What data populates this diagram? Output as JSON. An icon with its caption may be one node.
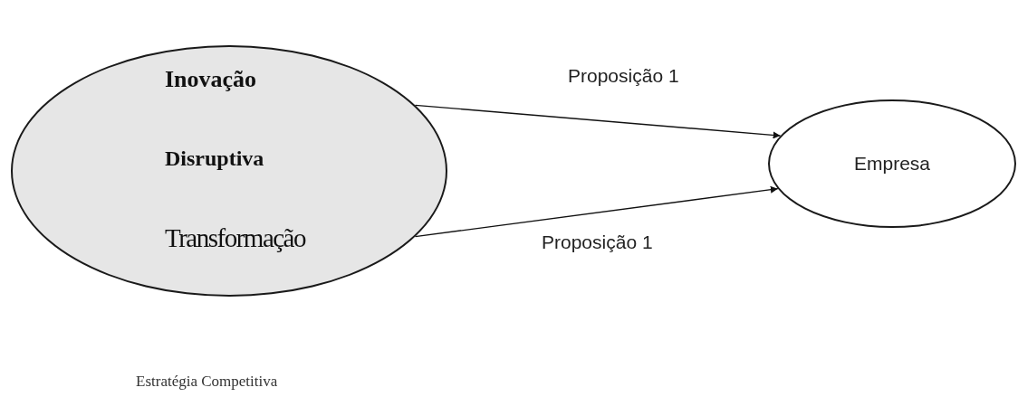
{
  "diagram": {
    "nodes": [
      {
        "text": [
          "Inovação",
          "Disruptiva",
          "Transformação"
        ]
      },
      {
        "text": [
          "Empresa"
        ]
      }
    ],
    "edges": [
      {
        "from": 0,
        "to": 1,
        "arrow": "to",
        "label": "Proposição 1"
      },
      {
        "from": 0,
        "to": 1,
        "arrow": "to",
        "label": "Proposição 1"
      }
    ],
    "labels": [
      "Estratégia Competitiva"
    ]
  }
}
